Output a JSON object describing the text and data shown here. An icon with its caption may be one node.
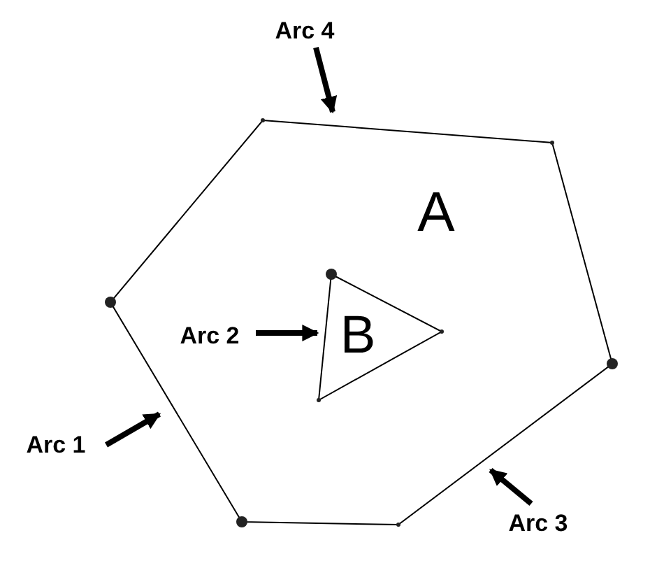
{
  "diagram": {
    "nodes": [
      {
        "text": [
          "A"
        ]
      },
      {
        "text": [
          "B"
        ],
        "in": 0
      },
      {
        "text": [
          "Arc 4"
        ]
      },
      {
        "text": [
          "Arc 2"
        ],
        "in": 0
      },
      {
        "text": [
          "Arc 1"
        ]
      },
      {
        "text": [
          "Arc 3"
        ]
      }
    ],
    "edges": [
      {
        "from": 2,
        "to": 0,
        "arrow": "to"
      },
      {
        "from": 3,
        "to": 1,
        "arrow": "to"
      },
      {
        "from": 4,
        "to": 0,
        "arrow": "to"
      },
      {
        "from": 5,
        "to": 0,
        "arrow": "to"
      }
    ]
  }
}
